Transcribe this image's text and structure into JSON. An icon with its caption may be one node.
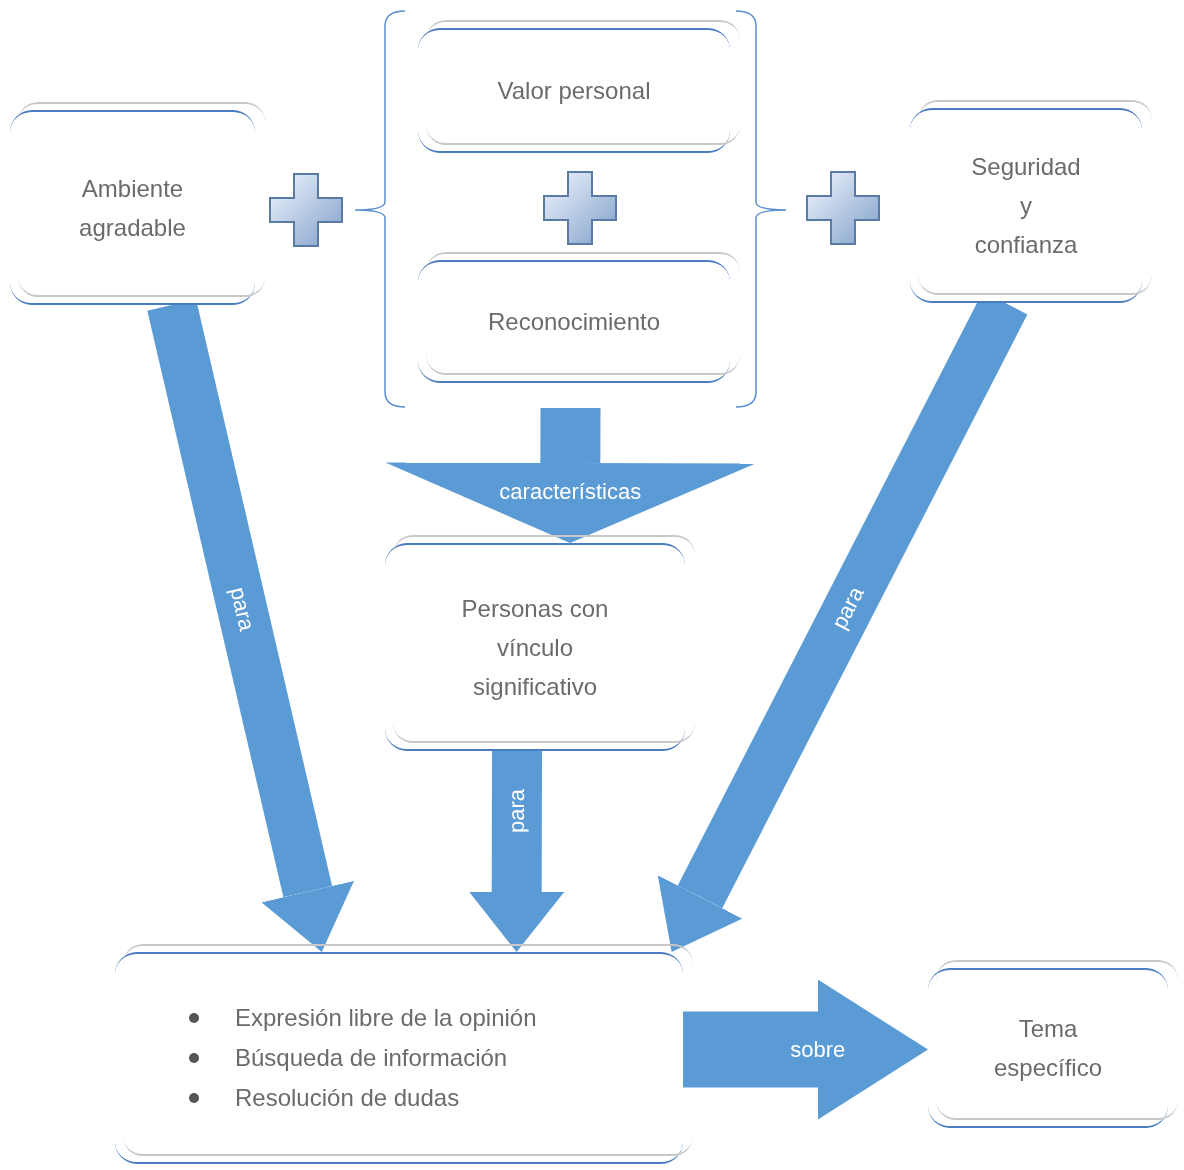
{
  "diagram": {
    "nodes": [
      {
        "text": [
          "Ambiente agradable"
        ]
      },
      {
        "text": [],
        "shape": "bracket"
      },
      {
        "text": [
          "Valor personal"
        ],
        "in": 1
      },
      {
        "text": [
          "Reconocimiento"
        ],
        "in": 1
      },
      {
        "text": [
          "Seguridad y confianza"
        ]
      },
      {
        "text": [
          "Personas con vínculo significativo"
        ]
      },
      {
        "text": [
          "Expresión libre de la opinión",
          "Búsqueda de información",
          "Resolución de dudas"
        ]
      },
      {
        "text": [
          "Tema específico"
        ]
      }
    ],
    "edges": [
      {
        "from": 1,
        "to": 5,
        "arrow": "to",
        "label": "características"
      },
      {
        "from": 0,
        "to": 6,
        "arrow": "to",
        "label": "para"
      },
      {
        "from": 5,
        "to": 6,
        "arrow": "to",
        "label": "para"
      },
      {
        "from": 4,
        "to": 6,
        "arrow": "to",
        "label": "para"
      },
      {
        "from": 6,
        "to": 7,
        "arrow": "to",
        "label": "sobre"
      }
    ]
  }
}
